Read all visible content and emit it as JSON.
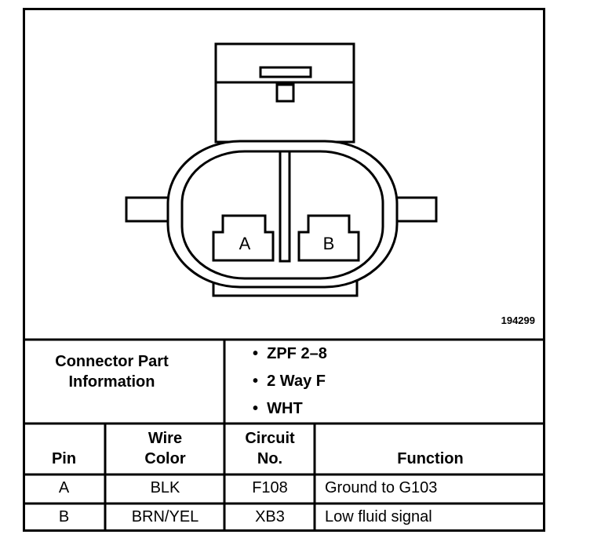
{
  "diagram": {
    "figure_number": "194299",
    "terminals": [
      "A",
      "B"
    ]
  },
  "connector_info": {
    "label_line1": "Connector Part",
    "label_line2": "Information",
    "items": [
      "ZPF 2–8",
      "2 Way F",
      "WHT"
    ]
  },
  "table": {
    "headers": {
      "pin": "Pin",
      "wire_color_1": "Wire",
      "wire_color_2": "Color",
      "circuit_1": "Circuit",
      "circuit_2": "No.",
      "function": "Function"
    },
    "rows": [
      {
        "pin": "A",
        "wire_color": "BLK",
        "circuit": "F108",
        "function": "Ground to G103"
      },
      {
        "pin": "B",
        "wire_color": "BRN/YEL",
        "circuit": "XB3",
        "function": "Low fluid signal"
      }
    ]
  }
}
